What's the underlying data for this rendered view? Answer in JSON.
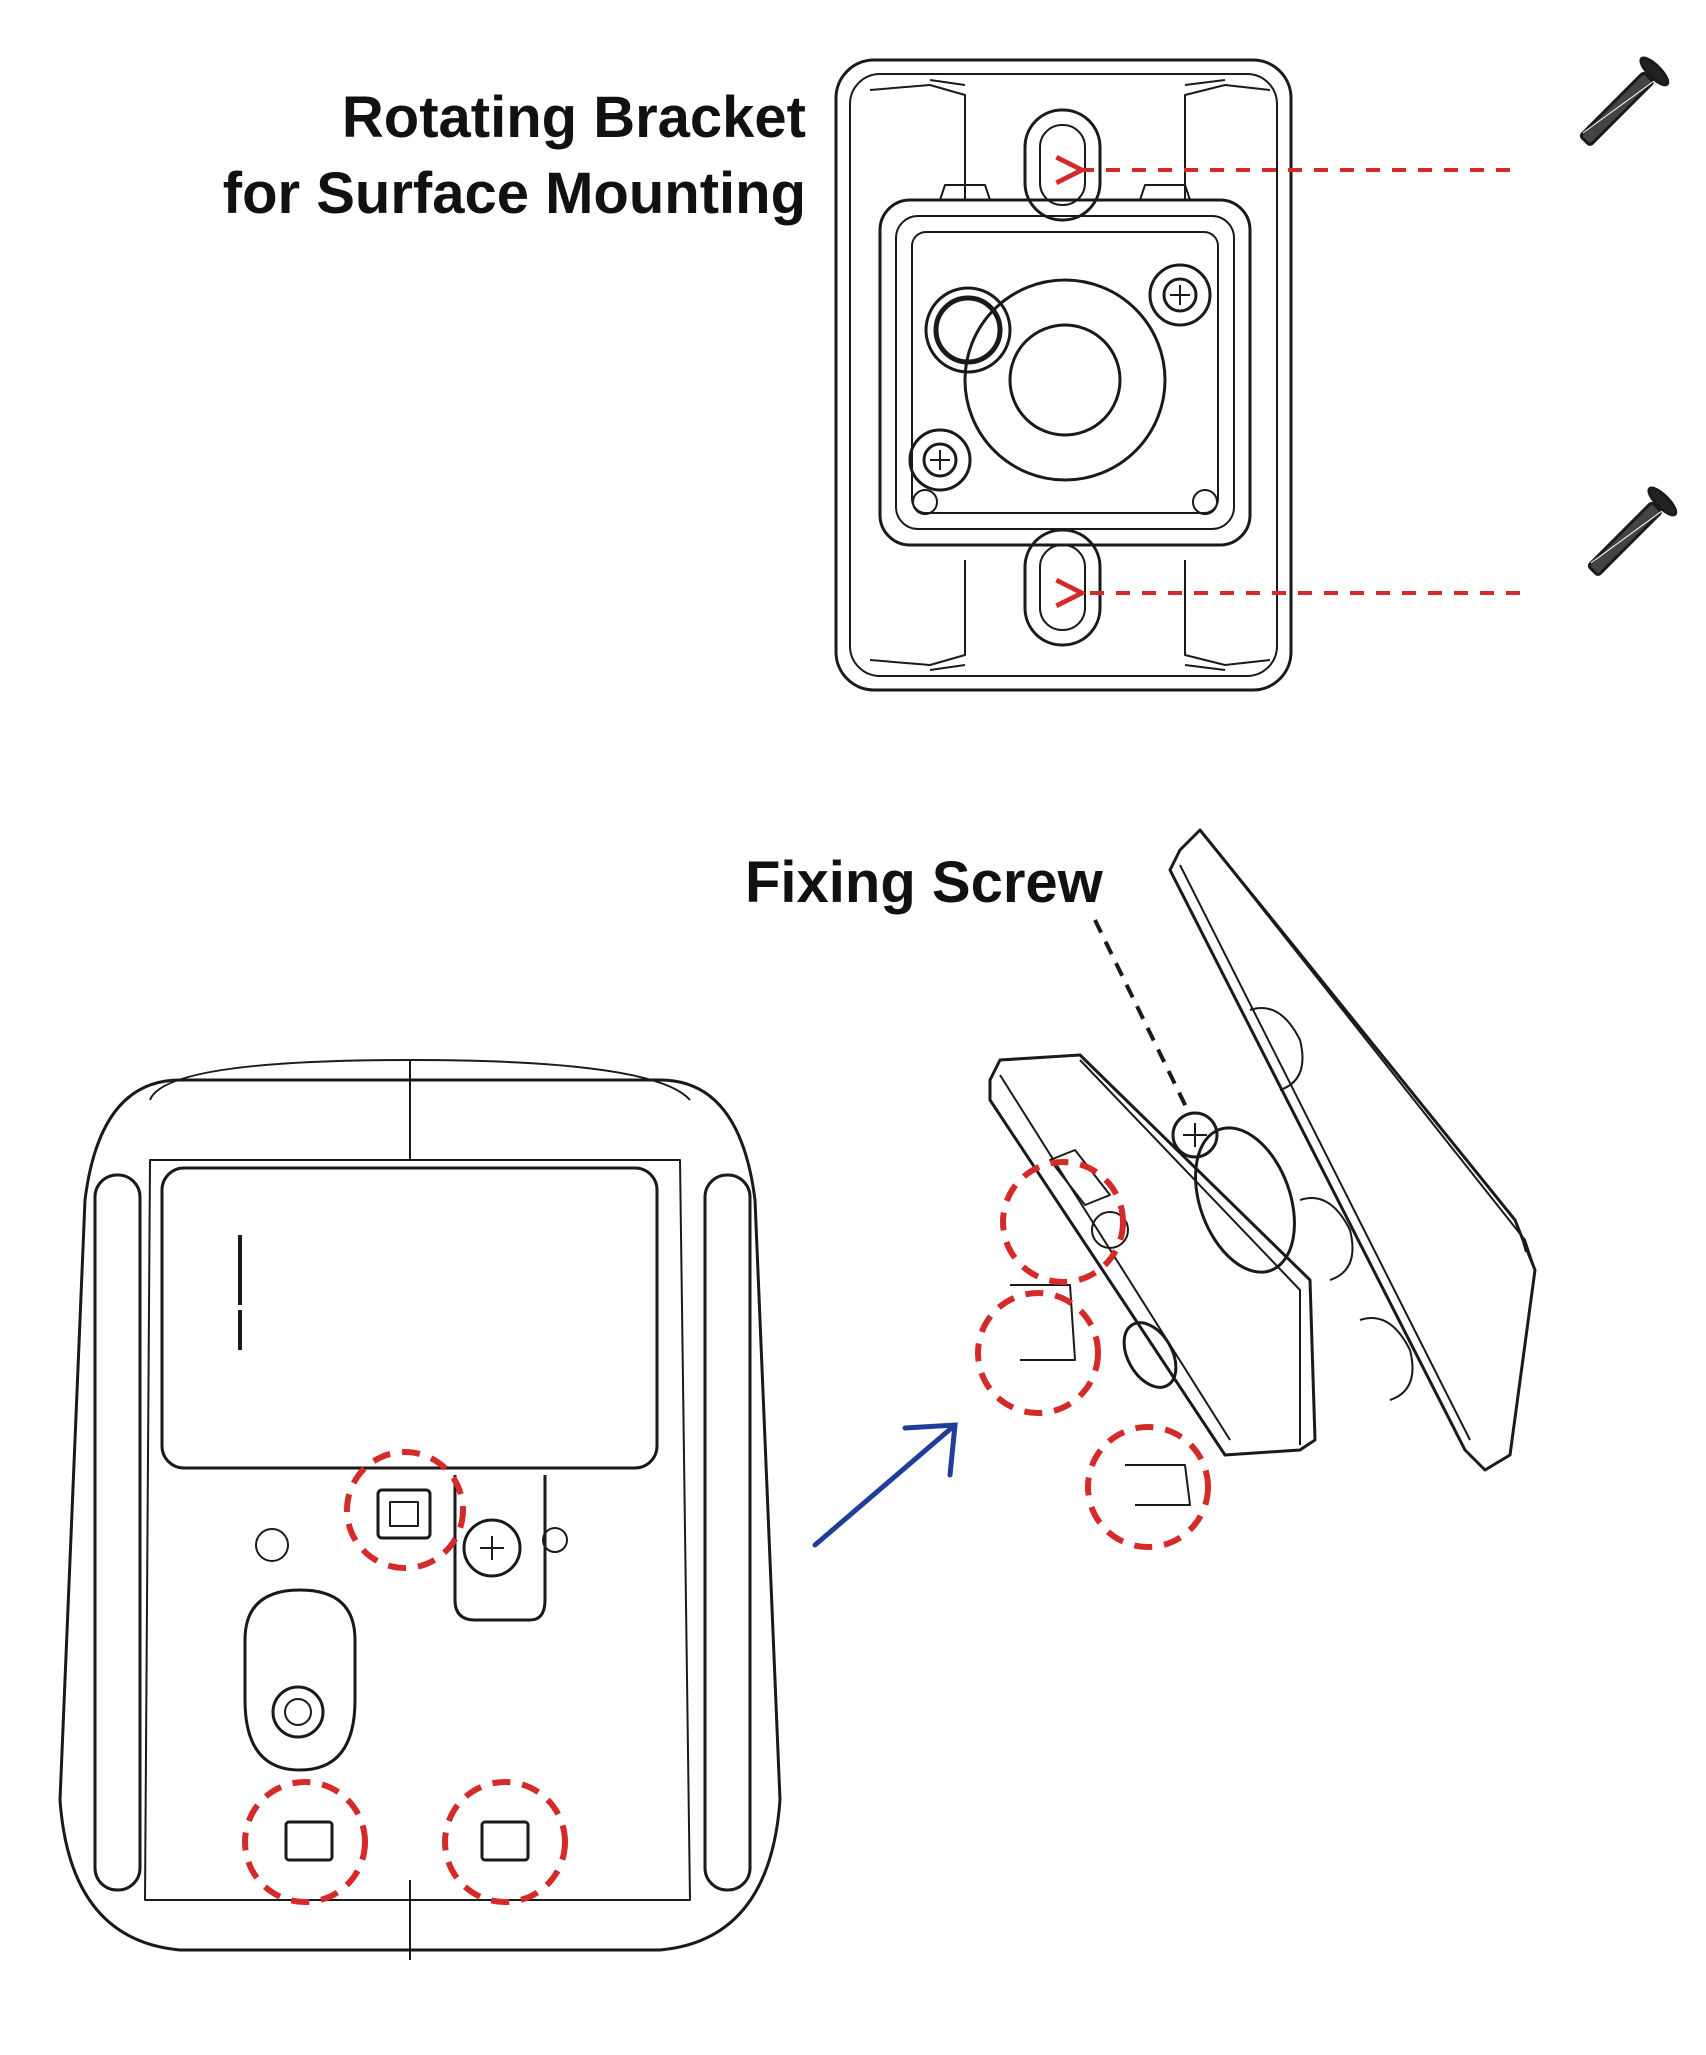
{
  "labels": {
    "bracket_line1": "Rotating Bracket",
    "bracket_line2": "for Surface Mounting",
    "fixing_screw": "Fixing Screw"
  },
  "colors": {
    "line": "#1a1a1a",
    "callout": "#d42a2a",
    "arrow": "#1f3d99",
    "background": "#ffffff"
  },
  "icons": [
    "wall-screw-icon",
    "fixing-screw-icon"
  ]
}
